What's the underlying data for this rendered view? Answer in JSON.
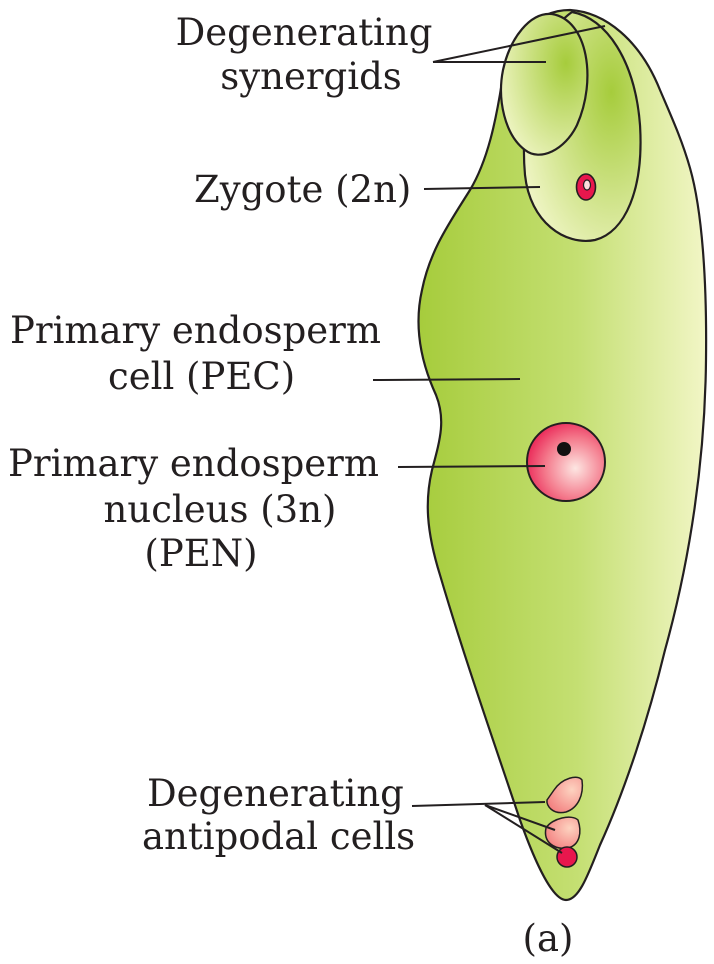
{
  "labels": {
    "synergids_line1": "Degenerating",
    "synergids_line2": "synergids",
    "zygote": "Zygote (2n)",
    "pec_line1": "Primary endosperm",
    "pec_line2": "cell (PEC)",
    "pen_line1": "Primary endosperm",
    "pen_line2": "nucleus (3n)",
    "pen_line3": "(PEN)",
    "antipodal_line1": "Degenerating",
    "antipodal_line2": "antipodal cells",
    "panel": "(a)"
  },
  "colors": {
    "sac_dark": "#a6cc3c",
    "sac_mid": "#c4df72",
    "sac_light": "#f2f6c6",
    "nucleus_red": "#e8174d",
    "nucleus_pink": "#fbdcdc",
    "antipodal_pink": "#f2787a",
    "antipodal_light": "#fdd3c0",
    "outline": "#231f20"
  }
}
